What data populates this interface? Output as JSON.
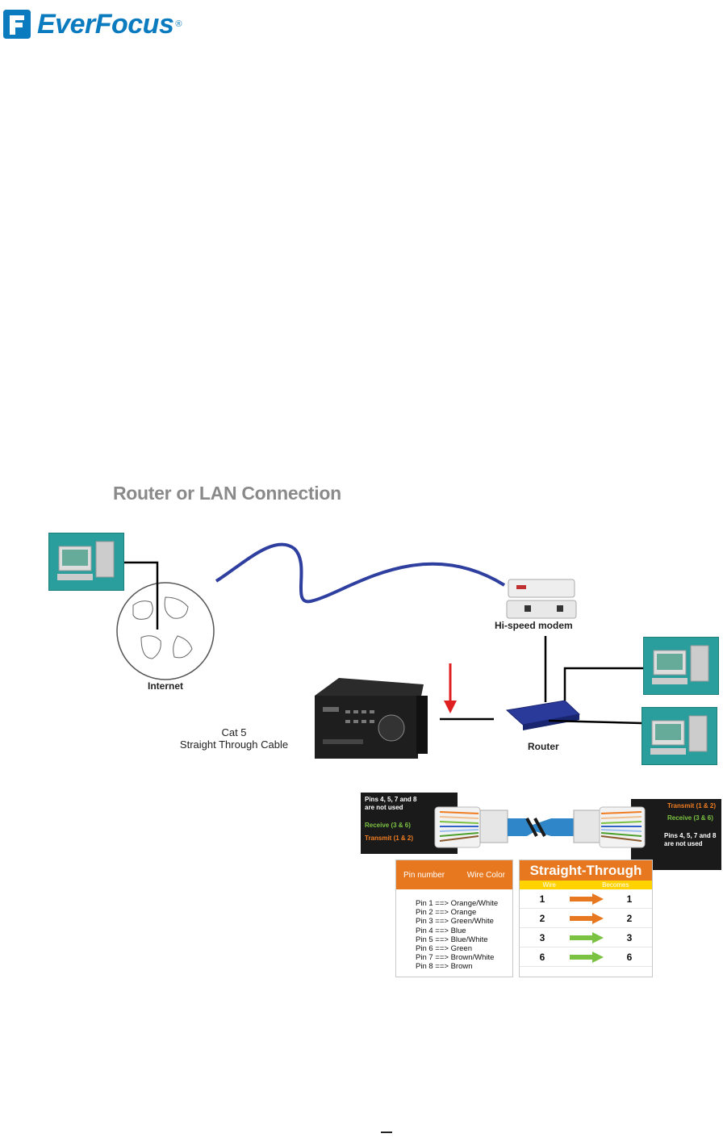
{
  "header": {
    "brand": "EverFocus",
    "registered": "®"
  },
  "diagram": {
    "title": "Router or LAN Connection",
    "labels": {
      "internet": "Internet",
      "modem": "Hi-speed modem",
      "router": "Router",
      "cable_line1": "Cat 5",
      "cable_line2": "Straight Through Cable"
    }
  },
  "cable_left": {
    "unused": [
      "Pins 4, 5, 7 and 8",
      "are not used"
    ],
    "receive": "Receive (3 & 6)",
    "transmit": "Transmit (1 & 2)"
  },
  "cable_right": {
    "transmit": "Transmit (1 & 2)",
    "receive": "Receive (3 & 6)",
    "unused": [
      "Pins 4, 5, 7 and 8",
      "are not used"
    ]
  },
  "pin_table": {
    "col1": "Pin number",
    "col2": "Wire Color",
    "rows": [
      "Pin 1 ==> Orange/White",
      "Pin 2 ==> Orange",
      "Pin 3 ==> Green/White",
      "Pin 4 ==> Blue",
      "Pin 5 ==> Blue/White",
      "Pin 6 ==> Green",
      "Pin 7 ==> Brown/White",
      "Pin 8 ==> Brown"
    ]
  },
  "straight_table": {
    "title": "Straight-Through",
    "col1": "Wire",
    "col2": "Becomes",
    "rows": [
      {
        "wire": "1",
        "becomes": "1",
        "arrow": "#e7781f"
      },
      {
        "wire": "2",
        "becomes": "2",
        "arrow": "#e7781f"
      },
      {
        "wire": "3",
        "becomes": "3",
        "arrow": "#7cc242"
      },
      {
        "wire": "6",
        "becomes": "6",
        "arrow": "#7cc242"
      }
    ]
  },
  "colors": {
    "brand": "#0a7bbf",
    "accent_orange": "#e7781f",
    "accent_green": "#7cc242",
    "pc_teal": "#2a9d9d",
    "indicator_red": "#e02020",
    "cable_blue": "#2f3fa0"
  }
}
